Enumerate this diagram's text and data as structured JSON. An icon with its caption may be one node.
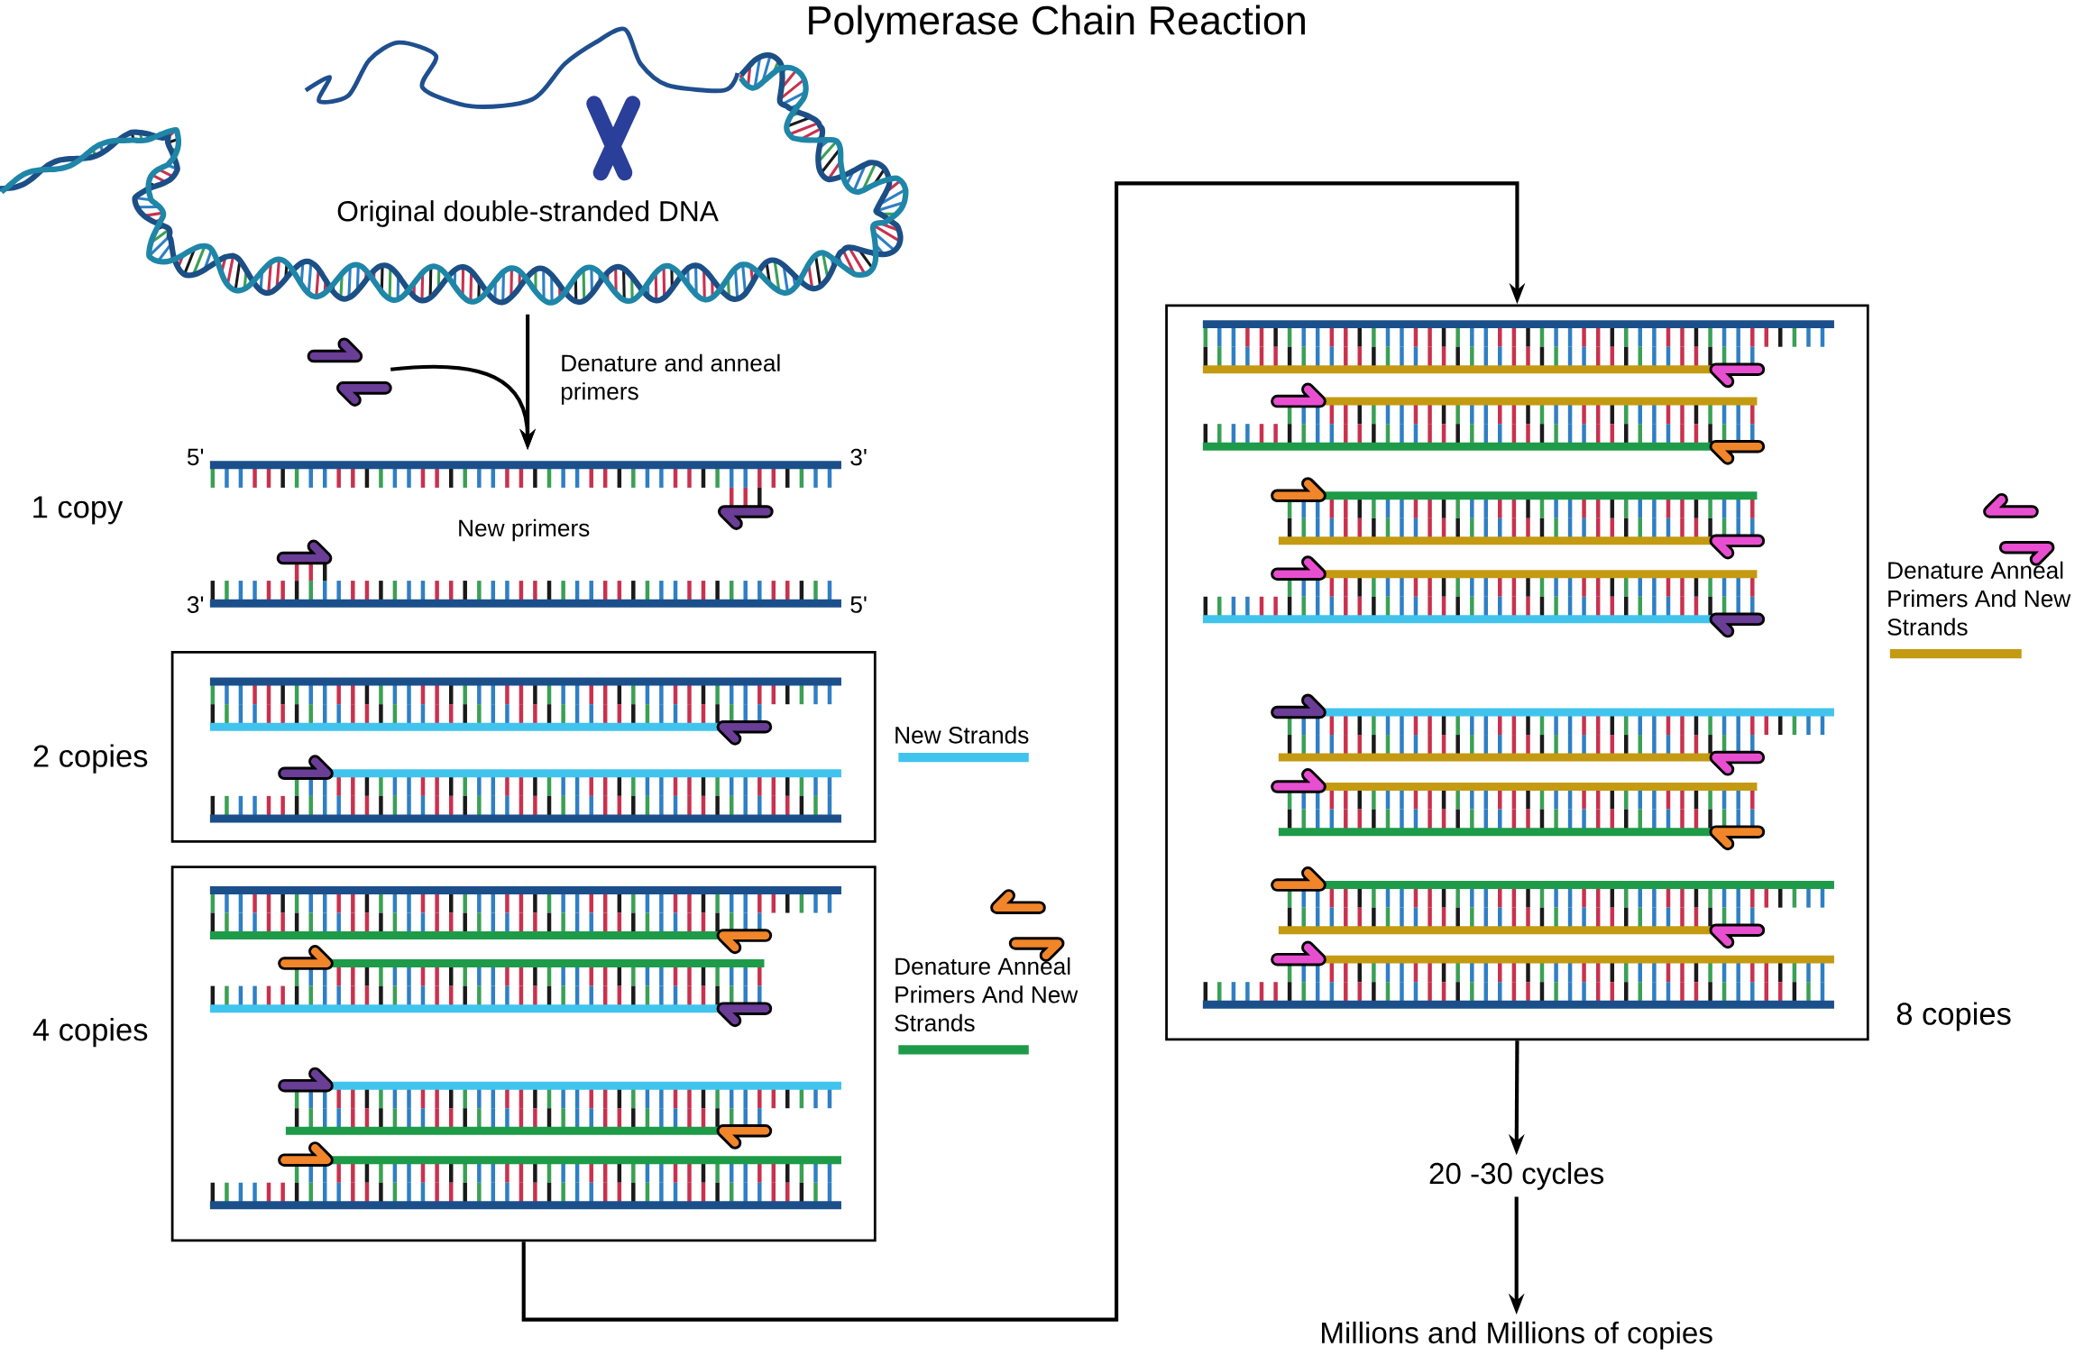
{
  "diagram": {
    "title": "Polymerase Chain Reaction",
    "nodes": [
      {
        "text": [
          "Original double-stranded DNA"
        ]
      },
      {
        "text": [],
        "shape": "picture"
      },
      {
        "text": [],
        "shape": "picture",
        "beside": [
          "1 copy"
        ]
      },
      {
        "text": [],
        "shape": "box",
        "beside": [
          "2 copies"
        ]
      },
      {
        "text": [],
        "shape": "box",
        "beside": [
          "4 copies"
        ]
      },
      {
        "text": [],
        "shape": "box",
        "beside": [
          "8 copies"
        ]
      },
      {
        "text": [
          "20 -30 cycles"
        ]
      },
      {
        "text": [
          "Millions and Millions of copies"
        ]
      }
    ],
    "edges": [
      {
        "from": 0,
        "to": 2,
        "arrow": "to",
        "label": "Denature and anneal primers"
      },
      {
        "from": 1,
        "to": 2,
        "arrow": "to"
      },
      {
        "from": 4,
        "to": 5,
        "arrow": "to"
      },
      {
        "from": 5,
        "to": 6,
        "arrow": "to"
      },
      {
        "from": 6,
        "to": 7,
        "arrow": "to"
      }
    ],
    "labels": [
      "5'",
      "3'",
      "New primers",
      "3'",
      "5'"
    ],
    "legend": [
      {
        "text": "New Strands",
        "color": "#40c4ee"
      },
      {
        "text": "Denature Anneal Primers And New Strands",
        "color": "#1e9b48"
      },
      {
        "text": "Denature Anneal Primers And New Strands",
        "color": "#c49a12"
      }
    ]
  }
}
